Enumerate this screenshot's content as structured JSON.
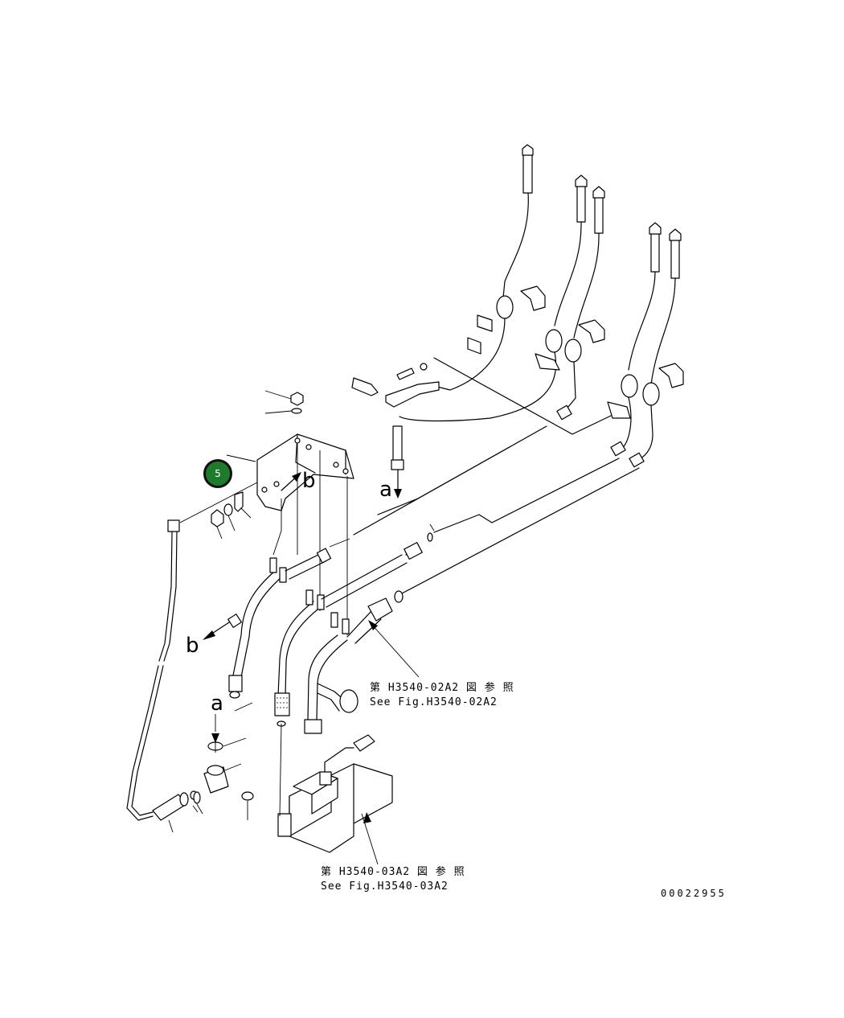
{
  "callout": {
    "number": "5",
    "color": "#1f7a2e"
  },
  "refs": {
    "a_upper": "a",
    "a_lower": "a",
    "b_upper": "b",
    "b_lower": "b"
  },
  "notes": {
    "fig_02_jp": "第 H3540-02A2 図 参 照",
    "fig_02_en": "See Fig.H3540-02A2",
    "fig_03_jp": "第 H3540-03A2 図 参 照",
    "fig_03_en": "See Fig.H3540-03A2"
  },
  "drawing_number": "00022955"
}
